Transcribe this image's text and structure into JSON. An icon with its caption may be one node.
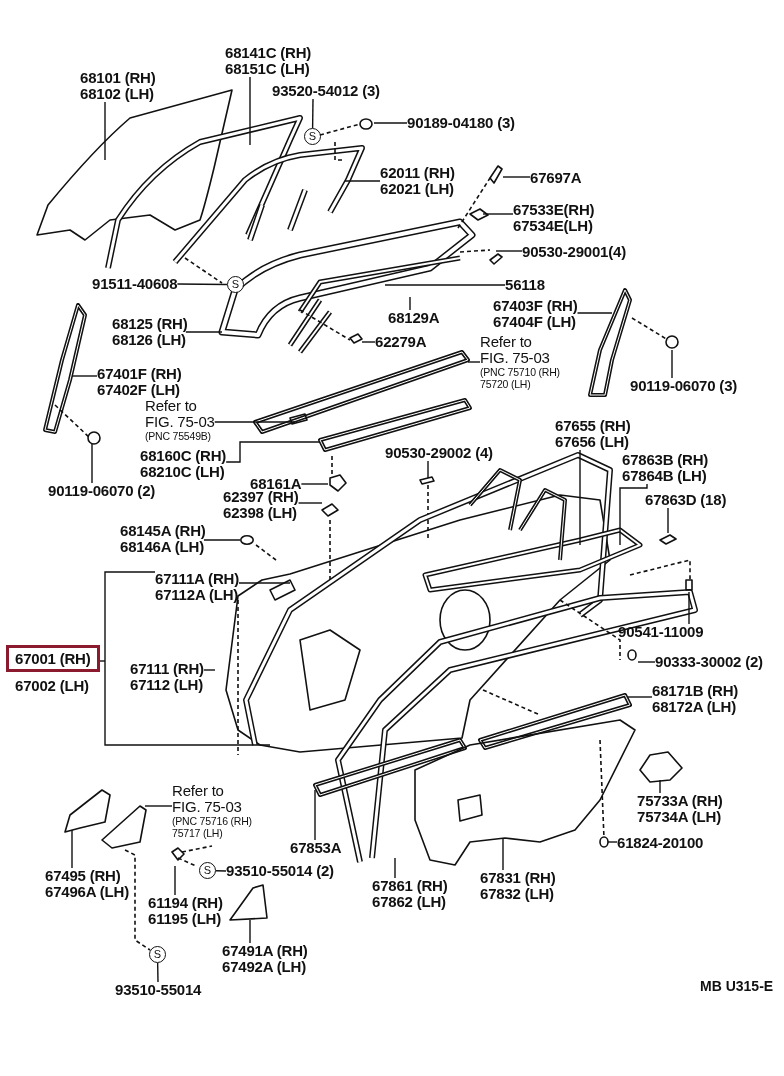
{
  "diagram": {
    "nodes": [
      {
        "text": [
          "68141C (RH)",
          "68151C (LH)"
        ]
      },
      {
        "text": [
          "68101 (RH)",
          "68102 (LH)"
        ]
      },
      {
        "text": [
          "93520-54012 (3)"
        ]
      },
      {
        "text": [
          "90189-04180 (3)"
        ]
      },
      {
        "text": [
          "67697A"
        ]
      },
      {
        "text": [
          "62011 (RH)",
          "62021 (LH)"
        ]
      },
      {
        "text": [
          "67533E(RH)",
          "67534E(LH)"
        ]
      },
      {
        "text": [
          "91511-40608"
        ]
      },
      {
        "text": [
          "90530-29001(4)"
        ]
      },
      {
        "text": [
          "56118"
        ]
      },
      {
        "text": [
          "67403F (RH)",
          "67404F (LH)"
        ]
      },
      {
        "text": [
          "68129A"
        ]
      },
      {
        "text": [
          "68125 (RH)",
          "68126 (LH)"
        ]
      },
      {
        "text": [
          "62279A"
        ]
      },
      {
        "text": [
          "Refer to",
          "FIG. 75-03",
          "(PNC 75710 (RH) 75720 (LH)"
        ]
      },
      {
        "text": [
          "67401F (RH)",
          "67402F (LH)"
        ]
      },
      {
        "text": [
          "90119-06070 (3)"
        ]
      },
      {
        "text": [
          "Refer to",
          "FIG. 75-03",
          "(PNC 75549B)"
        ]
      },
      {
        "text": [
          "67655 (RH)",
          "67656 (LH)"
        ]
      },
      {
        "text": [
          "90530-29002 (4)"
        ]
      },
      {
        "text": [
          "68160C (RH)",
          "68210C (LH)"
        ]
      },
      {
        "text": [
          "67863B (RH)",
          "67864B (LH)"
        ]
      },
      {
        "text": [
          "68161A"
        ]
      },
      {
        "text": [
          "90119-06070 (2)"
        ]
      },
      {
        "text": [
          "67863D (18)"
        ]
      },
      {
        "text": [
          "62397 (RH)",
          "62398 (LH)"
        ]
      },
      {
        "text": [
          "68145A (RH)",
          "68146A (LH)"
        ]
      },
      {
        "text": [
          "67111A (RH)",
          "67112A (LH)"
        ]
      },
      {
        "text": [
          "90541-11009"
        ]
      },
      {
        "text": [
          "67001 (RH)"
        ]
      },
      {
        "text": [
          "90333-30002 (2)"
        ]
      },
      {
        "text": [
          "67111 (RH)",
          "67112 (LH)"
        ]
      },
      {
        "text": [
          "67002 (LH)"
        ]
      },
      {
        "text": [
          "68171B (RH)",
          "68172A (LH)"
        ]
      },
      {
        "text": [
          "Refer to",
          "FIG. 75-03",
          "(PNC 75716 (RH) 75717 (LH)"
        ]
      },
      {
        "text": [
          "75733A (RH)",
          "75734A (LH)"
        ]
      },
      {
        "text": [
          "93510-55014 (2)"
        ]
      },
      {
        "text": [
          "61824-20100"
        ]
      },
      {
        "text": [
          "67853A"
        ]
      },
      {
        "text": [
          "67495 (RH)",
          "67496A (LH)"
        ]
      },
      {
        "text": [
          "67831 (RH)",
          "67832 (LH)"
        ]
      },
      {
        "text": [
          "67861 (RH)",
          "67862 (LH)"
        ]
      },
      {
        "text": [
          "61194 (RH)",
          "61195 (LH)"
        ]
      },
      {
        "text": [
          "67491A (RH)",
          "67492A (LH)"
        ]
      },
      {
        "text": [
          "93510-55014"
        ]
      },
      {
        "text": [
          "S"
        ]
      },
      {
        "text": [
          "S"
        ]
      },
      {
        "text": [
          "S"
        ]
      },
      {
        "text": [
          "S"
        ]
      },
      {
        "text": [],
        "shape": "circle"
      }
    ],
    "edges": [
      {
        "from": 0,
        "to": null,
        "arrow": "none"
      },
      {
        "from": 1,
        "to": null,
        "arrow": "none"
      },
      {
        "from": 2,
        "to": 45,
        "arrow": "none"
      },
      {
        "from": 3,
        "to": null,
        "arrow": "none"
      },
      {
        "from": 4,
        "to": null,
        "arrow": "none"
      },
      {
        "from": 5,
        "to": null,
        "arrow": "none"
      },
      {
        "from": 6,
        "to": null,
        "arrow": "none"
      },
      {
        "from": 7,
        "to": 46,
        "arrow": "none"
      },
      {
        "from": 8,
        "to": null,
        "arrow": "none"
      },
      {
        "from": 9,
        "to": null,
        "arrow": "none"
      },
      {
        "from": 10,
        "to": null,
        "arrow": "none"
      },
      {
        "from": 11,
        "to": null,
        "arrow": "none"
      },
      {
        "from": 12,
        "to": null,
        "arrow": "none"
      },
      {
        "from": 13,
        "to": null,
        "arrow": "none"
      },
      {
        "from": 14,
        "to": null,
        "arrow": "none"
      },
      {
        "from": 15,
        "to": null,
        "arrow": "none"
      },
      {
        "from": 16,
        "to": null,
        "arrow": "none"
      },
      {
        "from": 17,
        "to": null,
        "arrow": "none"
      },
      {
        "from": 18,
        "to": null,
        "arrow": "none"
      },
      {
        "from": 19,
        "to": null,
        "arrow": "none"
      },
      {
        "from": 20,
        "to": null,
        "arrow": "none"
      },
      {
        "from": 21,
        "to": null,
        "arrow": "none"
      },
      {
        "from": 22,
        "to": null,
        "arrow": "none"
      },
      {
        "from": 23,
        "to": null,
        "arrow": "none"
      },
      {
        "from": 24,
        "to": null,
        "arrow": "none"
      },
      {
        "from": 25,
        "to": null,
        "arrow": "none"
      },
      {
        "from": 26,
        "to": 49,
        "arrow": "none"
      },
      {
        "from": 27,
        "to": null,
        "arrow": "none"
      },
      {
        "from": 28,
        "to": null,
        "arrow": "none"
      },
      {
        "from": 29,
        "to": null,
        "arrow": "none"
      },
      {
        "from": 30,
        "to": null,
        "arrow": "none"
      },
      {
        "from": 31,
        "to": null,
        "arrow": "none"
      },
      {
        "from": 33,
        "to": null,
        "arrow": "none"
      },
      {
        "from": 34,
        "to": null,
        "arrow": "none"
      },
      {
        "from": 35,
        "to": null,
        "arrow": "none"
      },
      {
        "from": 36,
        "to": 47,
        "arrow": "none"
      },
      {
        "from": 37,
        "to": null,
        "arrow": "none"
      },
      {
        "from": 38,
        "to": null,
        "arrow": "none"
      },
      {
        "from": 39,
        "to": null,
        "arrow": "none"
      },
      {
        "from": 40,
        "to": null,
        "arrow": "none"
      },
      {
        "from": 41,
        "to": null,
        "arrow": "none"
      },
      {
        "from": 42,
        "to": null,
        "arrow": "none"
      },
      {
        "from": 43,
        "to": null,
        "arrow": "none"
      },
      {
        "from": 44,
        "to": 48,
        "arrow": "none"
      }
    ],
    "labels": [
      "MB U315-E"
    ]
  }
}
